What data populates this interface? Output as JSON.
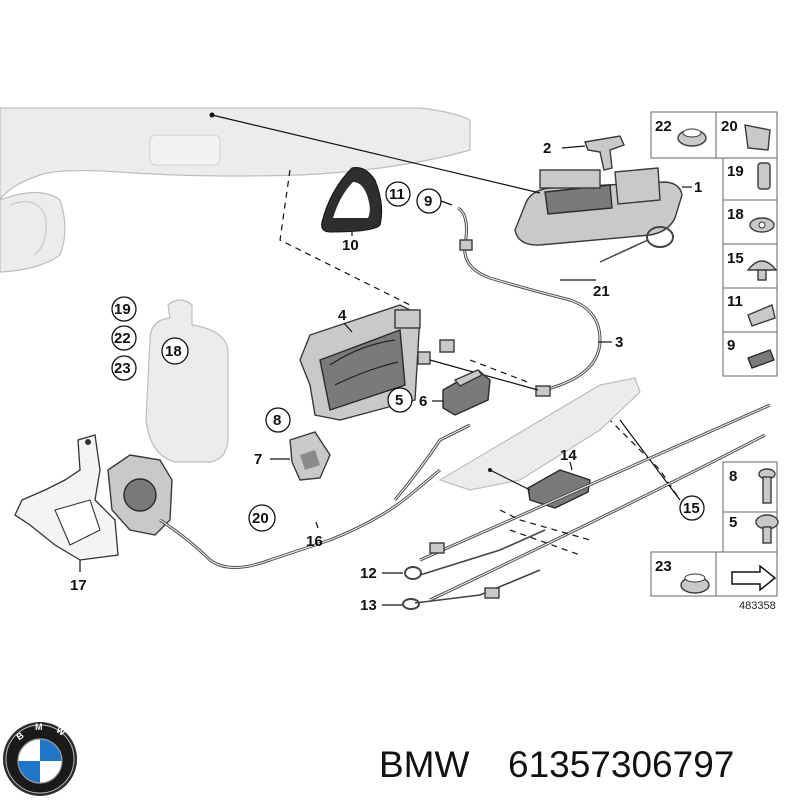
{
  "callouts": {
    "c1": "1",
    "c2": "2",
    "c3": "3",
    "c4": "4",
    "c5": "5",
    "c6": "6",
    "c7": "7",
    "c8": "8",
    "c9": "9",
    "c10": "10",
    "c11": "11",
    "c12": "12",
    "c13": "13",
    "c14": "14",
    "c15": "15",
    "c16": "16",
    "c17": "17",
    "c18": "18",
    "c19": "19",
    "c20": "20",
    "c21": "21",
    "c22": "22",
    "c23": "23"
  },
  "side_panel": {
    "rows": [
      "22",
      "20",
      "19",
      "18",
      "15",
      "11",
      "9",
      "8",
      "5",
      "23"
    ]
  },
  "diagram_number": "483358",
  "footer": {
    "brand": "BMW",
    "part_number": "61357306797"
  },
  "colors": {
    "line": "#111111",
    "part_fill": "#c9c9c9",
    "part_dark": "#7a7a7a",
    "body_panel": "#ececec",
    "logo_blue": "#1f76c8"
  }
}
